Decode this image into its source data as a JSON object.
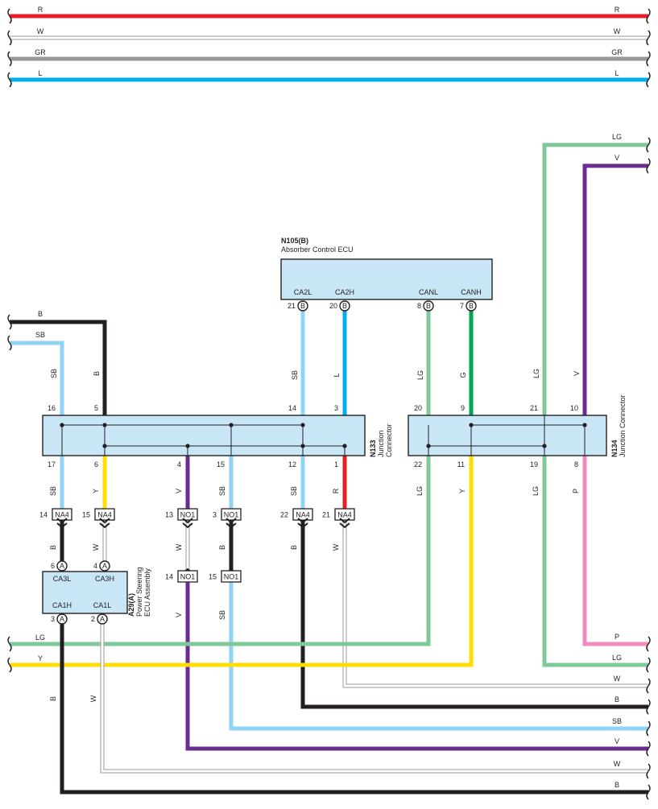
{
  "colors": {
    "R": "#ea1c24",
    "W": "#ffffff",
    "GR": "#999999",
    "L": "#00aeef",
    "LG": "#7ec99a",
    "V": "#6a2c91",
    "B": "#231f20",
    "SB": "#8fd3f5",
    "Y": "#ffdd00",
    "G": "#00a651",
    "P": "#f08bbf",
    "box_fill": "#c8e6f6"
  },
  "bus_wires": [
    {
      "left": "R",
      "right": "R"
    },
    {
      "left": "W",
      "right": "W"
    },
    {
      "left": "GR",
      "right": "GR"
    },
    {
      "left": "L",
      "right": "L"
    }
  ],
  "ecu": {
    "name": "N105(B)",
    "desc": "Absorber Control ECU",
    "terminals": [
      {
        "label": "CA2L",
        "pin": "21",
        "conn": "B",
        "wire": "SB"
      },
      {
        "label": "CA2H",
        "pin": "20",
        "conn": "B",
        "wire": "L"
      },
      {
        "label": "CANL",
        "pin": "8",
        "conn": "B",
        "wire": "LG"
      },
      {
        "label": "CANH",
        "pin": "7",
        "conn": "B",
        "wire": "G"
      }
    ]
  },
  "jc1": {
    "name": "N133",
    "desc1": "Junction",
    "desc2": "Connector",
    "top_pins": [
      "16",
      "5",
      "14",
      "3"
    ],
    "top_wires": [
      "SB",
      "B",
      "SB",
      "L"
    ],
    "bottom_pins": [
      "17",
      "6",
      "4",
      "15",
      "12",
      "1"
    ],
    "bottom_wires": [
      "SB",
      "Y",
      "V",
      "SB",
      "SB",
      "R"
    ]
  },
  "jc2": {
    "name": "N134",
    "desc": "Junction Connector",
    "top_pins": [
      "20",
      "9",
      "21",
      "10"
    ],
    "top_wires": [
      "LG",
      "G",
      "LG",
      "V"
    ],
    "bottom_pins": [
      "22",
      "11",
      "19",
      "8"
    ],
    "bottom_wires": [
      "LG",
      "Y",
      "LG",
      "P"
    ]
  },
  "left_inputs": [
    {
      "label": "B",
      "wire_label": "B"
    },
    {
      "label": "SB",
      "wire_label": "SB"
    }
  ],
  "right_inputs": [
    {
      "label": "LG",
      "wire_label": "LG"
    },
    {
      "label": "V",
      "wire_label": "V"
    }
  ],
  "inline_connectors": [
    {
      "pin": "14",
      "name": "NA4",
      "wire_below": "B"
    },
    {
      "pin": "15",
      "name": "NA4",
      "wire_below": "W"
    },
    {
      "pin": "13",
      "name": "NO1",
      "wire_below": "W"
    },
    {
      "pin": "3",
      "name": "NO1",
      "wire_below": "B"
    },
    {
      "pin": "22",
      "name": "NA4",
      "wire_below": "B"
    },
    {
      "pin": "21",
      "name": "NA4",
      "wire_below": "W"
    }
  ],
  "lower_connectors": [
    {
      "pin": "14",
      "name": "NO1",
      "wire_below": "V"
    },
    {
      "pin": "15",
      "name": "NO1",
      "wire_below": "SB"
    }
  ],
  "ps_ecu": {
    "name": "A29(A)",
    "desc1": "Power Steering",
    "desc2": "ECU Assembly",
    "top": [
      {
        "label": "CA3L",
        "pin": "6",
        "conn": "A"
      },
      {
        "label": "CA3H",
        "pin": "4",
        "conn": "A"
      }
    ],
    "bottom": [
      {
        "label": "CA1H",
        "pin": "3",
        "conn": "A",
        "wire": "B"
      },
      {
        "label": "CA1L",
        "pin": "2",
        "conn": "A",
        "wire": "W"
      }
    ]
  },
  "bottom_outputs_left": [
    {
      "label": "LG"
    },
    {
      "label": "Y"
    }
  ],
  "bottom_outputs_right": [
    "P",
    "LG",
    "W",
    "B",
    "SB",
    "V",
    "W",
    "B"
  ]
}
